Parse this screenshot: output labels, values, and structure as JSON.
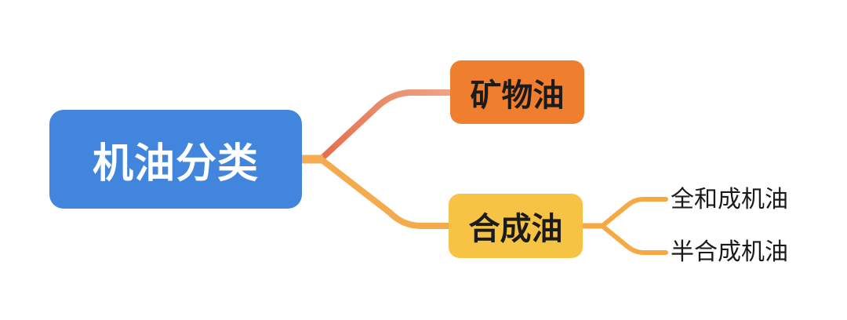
{
  "canvas": {
    "background": "#FFFFFF"
  },
  "mindmap": {
    "root": {
      "label": "机油分类",
      "fill": "#4285DC",
      "text_color": "#FFFFFF"
    },
    "branches": [
      {
        "label": "矿物油",
        "fill": "#EF7E2E",
        "text_color": "#1B1B1B"
      },
      {
        "label": "合成油",
        "fill": "#F6C345",
        "text_color": "#1B1B1B",
        "children": [
          {
            "label": "全和成机油",
            "text_color": "#1A1A1A"
          },
          {
            "label": "半合成机油",
            "text_color": "#1A1A1A"
          }
        ]
      }
    ],
    "connectors": {
      "root_stub": "#F4AC55",
      "root_to_mineral_start": "#E26E4B",
      "root_to_mineral_end": "#F0A485",
      "root_to_synthetic": "#F4AB4E",
      "synthetic_stub": "#F6A943",
      "synthetic_to_leaves": "#F6A943"
    }
  }
}
